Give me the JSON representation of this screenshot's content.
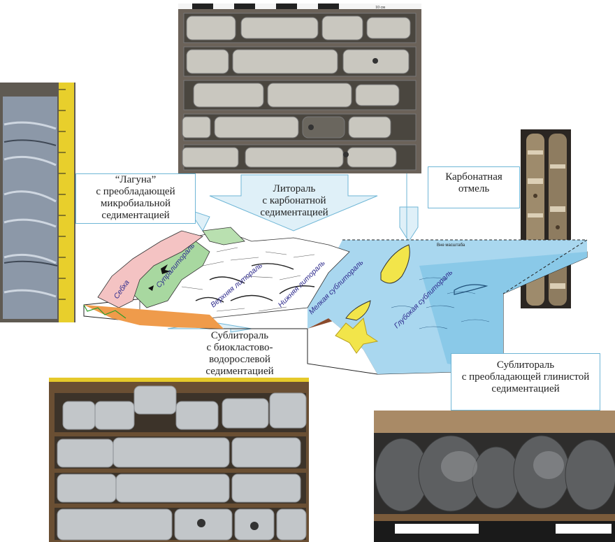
{
  "callouts": {
    "laguna": "“Лагуна”\nс преобладающей\nмикробиальной\nседиментацией",
    "litoral": "Литораль\nс карбонатной\nседиментацией",
    "otmel": "Карбонатная\nотмель",
    "sublitoral_bio": "Сублитораль\nс биокластово-\nводорослевой\nседиментацией",
    "sublitoral_clay": "Сублитораль\nс преобладающей глинистой\nседиментацией"
  },
  "zones": {
    "sebkha": "Себха",
    "supralitoral": "Супралитораль",
    "upper_litoral": "Верхняя литораль",
    "lower_litoral": "Нижняя литораль",
    "shallow_sublitoral": "Мелкая сублитораль",
    "deep_sublitoral": "Глубокая сублитораль"
  },
  "scale_note": "Вне масштаба",
  "core_scale_label": "10 см",
  "colors": {
    "callout_arrow": "#dff0f8",
    "callout_border": "#6fb6d6",
    "sebkha": "#f4c3c3",
    "supralitoral": "#a8d8a0",
    "litoral": "#ffffff",
    "sea": "#a9d7ef",
    "deep_sea": "#7ec3e6",
    "bioherm": "#f2e54a",
    "substrate": "#8a4a2c",
    "orange_layer": "#ef9b4b"
  }
}
